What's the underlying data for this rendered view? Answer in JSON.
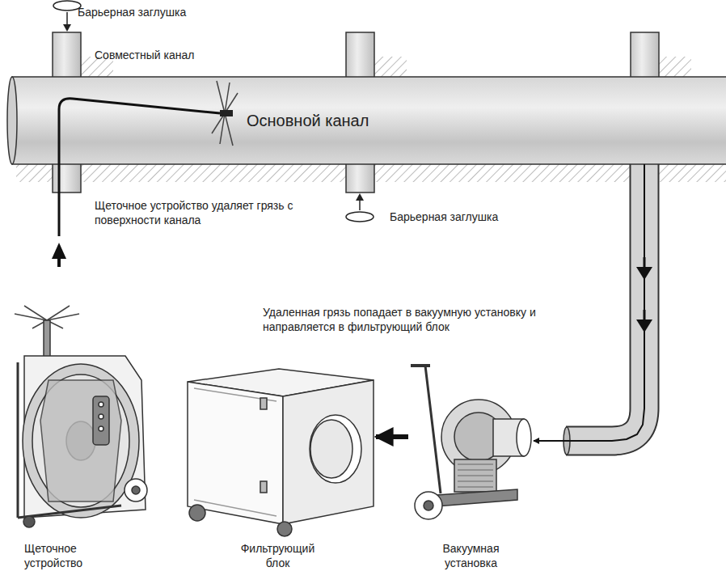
{
  "diagram": {
    "nodes": [
      {
        "text": [
          "Основной канал"
        ]
      },
      {
        "text": [
          "Щеточное устройство"
        ]
      },
      {
        "text": [
          "Фильтрующий блок"
        ]
      },
      {
        "text": [
          "Вакуумная установка"
        ]
      }
    ],
    "edges": [
      {
        "from": 0,
        "to": 3,
        "arrow": "to"
      },
      {
        "from": 3,
        "to": 2,
        "arrow": "to"
      }
    ],
    "labels": [
      "Барьерная заглушка",
      "Совместный канал",
      "Щеточное устройство удаляет грязь с поверхности канала",
      "Барьерная заглушка",
      "Удаленная грязь попадает в вакуумную установку и направляется в фильтрующий блок"
    ]
  }
}
